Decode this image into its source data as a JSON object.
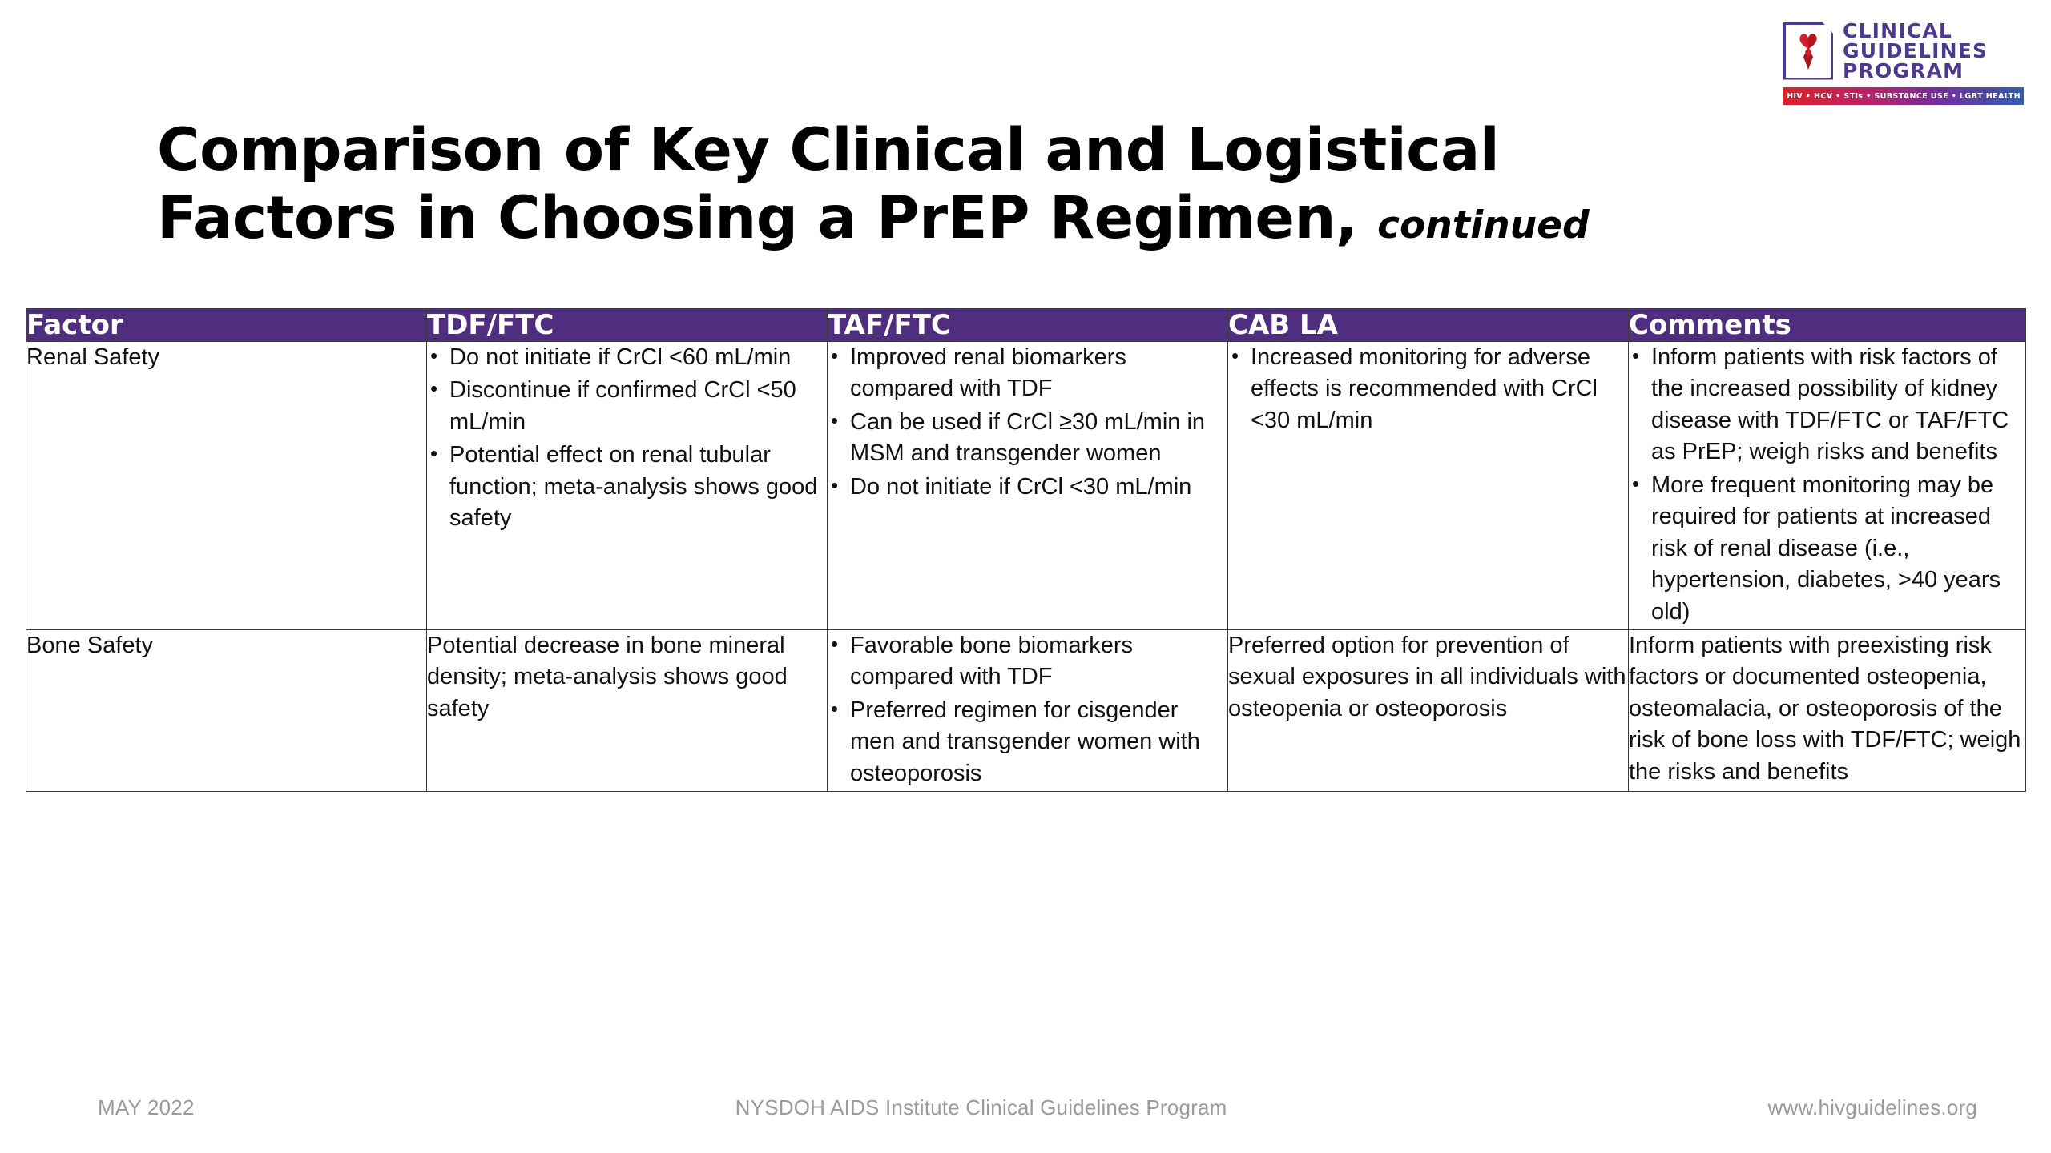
{
  "logo": {
    "line1": "CLINICAL",
    "line2": "GUIDELINES",
    "line3": "PROGRAM",
    "bar_text": "HIV  •  HCV  •  STIs  •  SUBSTANCE USE  •  LGBT HEALTH",
    "colors": {
      "wordmark_purple": "#4b3a8f",
      "ribbon_red": "#d11f2d",
      "bar_gradient_start": "#e02027",
      "bar_gradient_end": "#2f5fae"
    }
  },
  "title": {
    "main": "Comparison of Key Clinical and Logistical Factors in Choosing a PrEP Regimen,",
    "suffix": "continued"
  },
  "table": {
    "header_bg": "#4f2d7f",
    "header_fg": "#ffffff",
    "columns": [
      "Factor",
      "TDF/FTC",
      "TAF/FTC",
      "CAB LA",
      "Comments"
    ],
    "rows": [
      {
        "factor": "Renal Safety",
        "tdf_ftc": {
          "type": "bullets",
          "items": [
            "Do not initiate if CrCl <60 mL/min",
            "Discontinue if confirmed CrCl <50 mL/min",
            "Potential effect on renal tubular function; meta-analysis shows good safety"
          ]
        },
        "taf_ftc": {
          "type": "bullets",
          "items": [
            "Improved renal biomarkers compared with TDF",
            "Can be used if CrCl ≥30 mL/min in MSM and transgender women",
            "Do not initiate if CrCl <30 mL/min"
          ]
        },
        "cab_la": {
          "type": "bullets",
          "items": [
            "Increased monitoring for adverse effects is recommended with CrCl <30 mL/min"
          ]
        },
        "comments": {
          "type": "bullets",
          "items": [
            "Inform patients with risk factors of the increased possibility of kidney disease with TDF/FTC or TAF/FTC as PrEP; weigh risks and benefits",
            "More frequent monitoring may be required for patients at increased risk of renal disease (i.e., hypertension, diabetes, >40 years old)"
          ]
        }
      },
      {
        "factor": "Bone Safety",
        "tdf_ftc": {
          "type": "plain",
          "items": [
            "Potential decrease in bone mineral density; meta-analysis shows good safety"
          ]
        },
        "taf_ftc": {
          "type": "bullets",
          "items": [
            "Favorable bone biomarkers compared with TDF",
            "Preferred regimen for cisgender men and transgender women with osteoporosis"
          ]
        },
        "cab_la": {
          "type": "plain",
          "items": [
            "Preferred option for prevention of sexual exposures in all individuals with osteopenia or osteoporosis"
          ]
        },
        "comments": {
          "type": "plain",
          "items": [
            "Inform patients with preexisting risk factors or documented osteopenia, osteomalacia, or osteoporosis of the risk of bone loss with TDF/FTC; weigh the risks and benefits"
          ]
        }
      }
    ]
  },
  "footer": {
    "left": "MAY 2022",
    "center": "NYSDOH AIDS Institute Clinical Guidelines Program",
    "right": "www.hivguidelines.org"
  }
}
